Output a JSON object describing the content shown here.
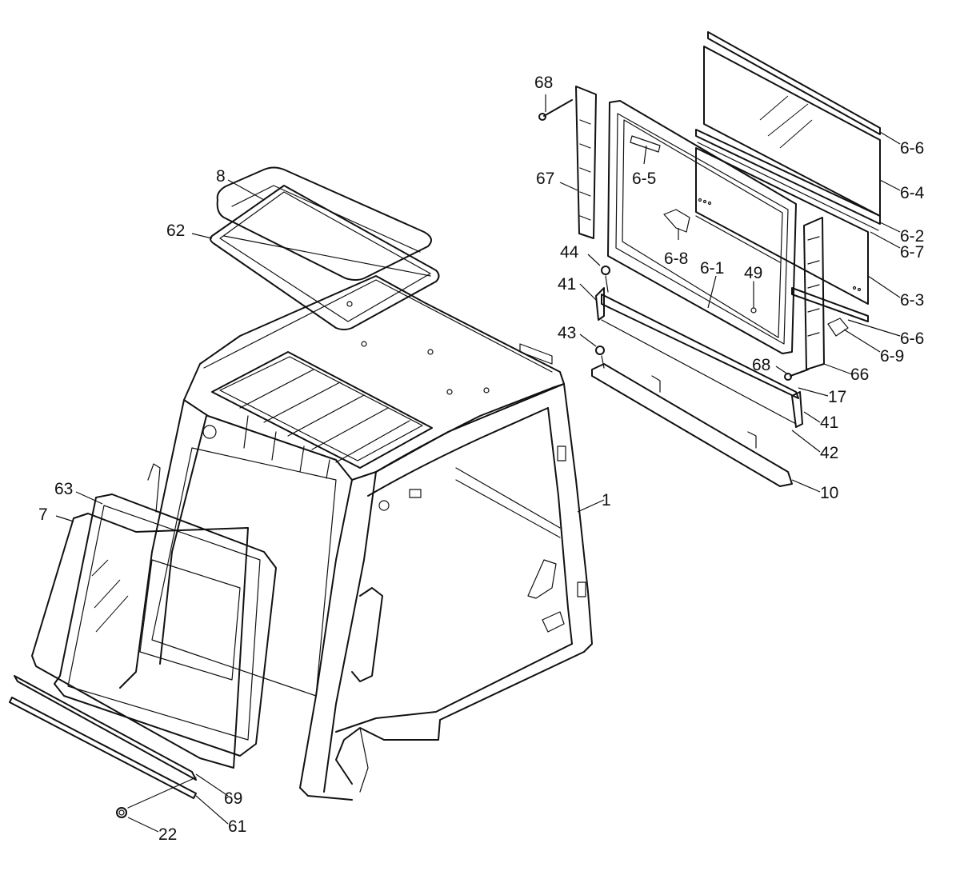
{
  "diagram": {
    "labels": [
      {
        "id": "p68a",
        "text": "68"
      },
      {
        "id": "p67",
        "text": "67"
      },
      {
        "id": "p8",
        "text": "8"
      },
      {
        "id": "p62",
        "text": "62"
      },
      {
        "id": "p6-6a",
        "text": "6-6"
      },
      {
        "id": "p6-5",
        "text": "6-5"
      },
      {
        "id": "p6-4",
        "text": "6-4"
      },
      {
        "id": "p6-2",
        "text": "6-2"
      },
      {
        "id": "p6-7",
        "text": "6-7"
      },
      {
        "id": "p6-8",
        "text": "6-8"
      },
      {
        "id": "p6-1",
        "text": "6-1"
      },
      {
        "id": "p49",
        "text": "49"
      },
      {
        "id": "p6-3",
        "text": "6-3"
      },
      {
        "id": "p44",
        "text": "44"
      },
      {
        "id": "p41a",
        "text": "41"
      },
      {
        "id": "p6-6b",
        "text": "6-6"
      },
      {
        "id": "p43",
        "text": "43"
      },
      {
        "id": "p6-9",
        "text": "6-9"
      },
      {
        "id": "p68b",
        "text": "68"
      },
      {
        "id": "p66",
        "text": "66"
      },
      {
        "id": "p17",
        "text": "17"
      },
      {
        "id": "p41b",
        "text": "41"
      },
      {
        "id": "p42",
        "text": "42"
      },
      {
        "id": "p10",
        "text": "10"
      },
      {
        "id": "p1",
        "text": "1"
      },
      {
        "id": "p63",
        "text": "63"
      },
      {
        "id": "p7",
        "text": "7"
      },
      {
        "id": "p69",
        "text": "69"
      },
      {
        "id": "p61",
        "text": "61"
      },
      {
        "id": "p22",
        "text": "22"
      }
    ]
  }
}
